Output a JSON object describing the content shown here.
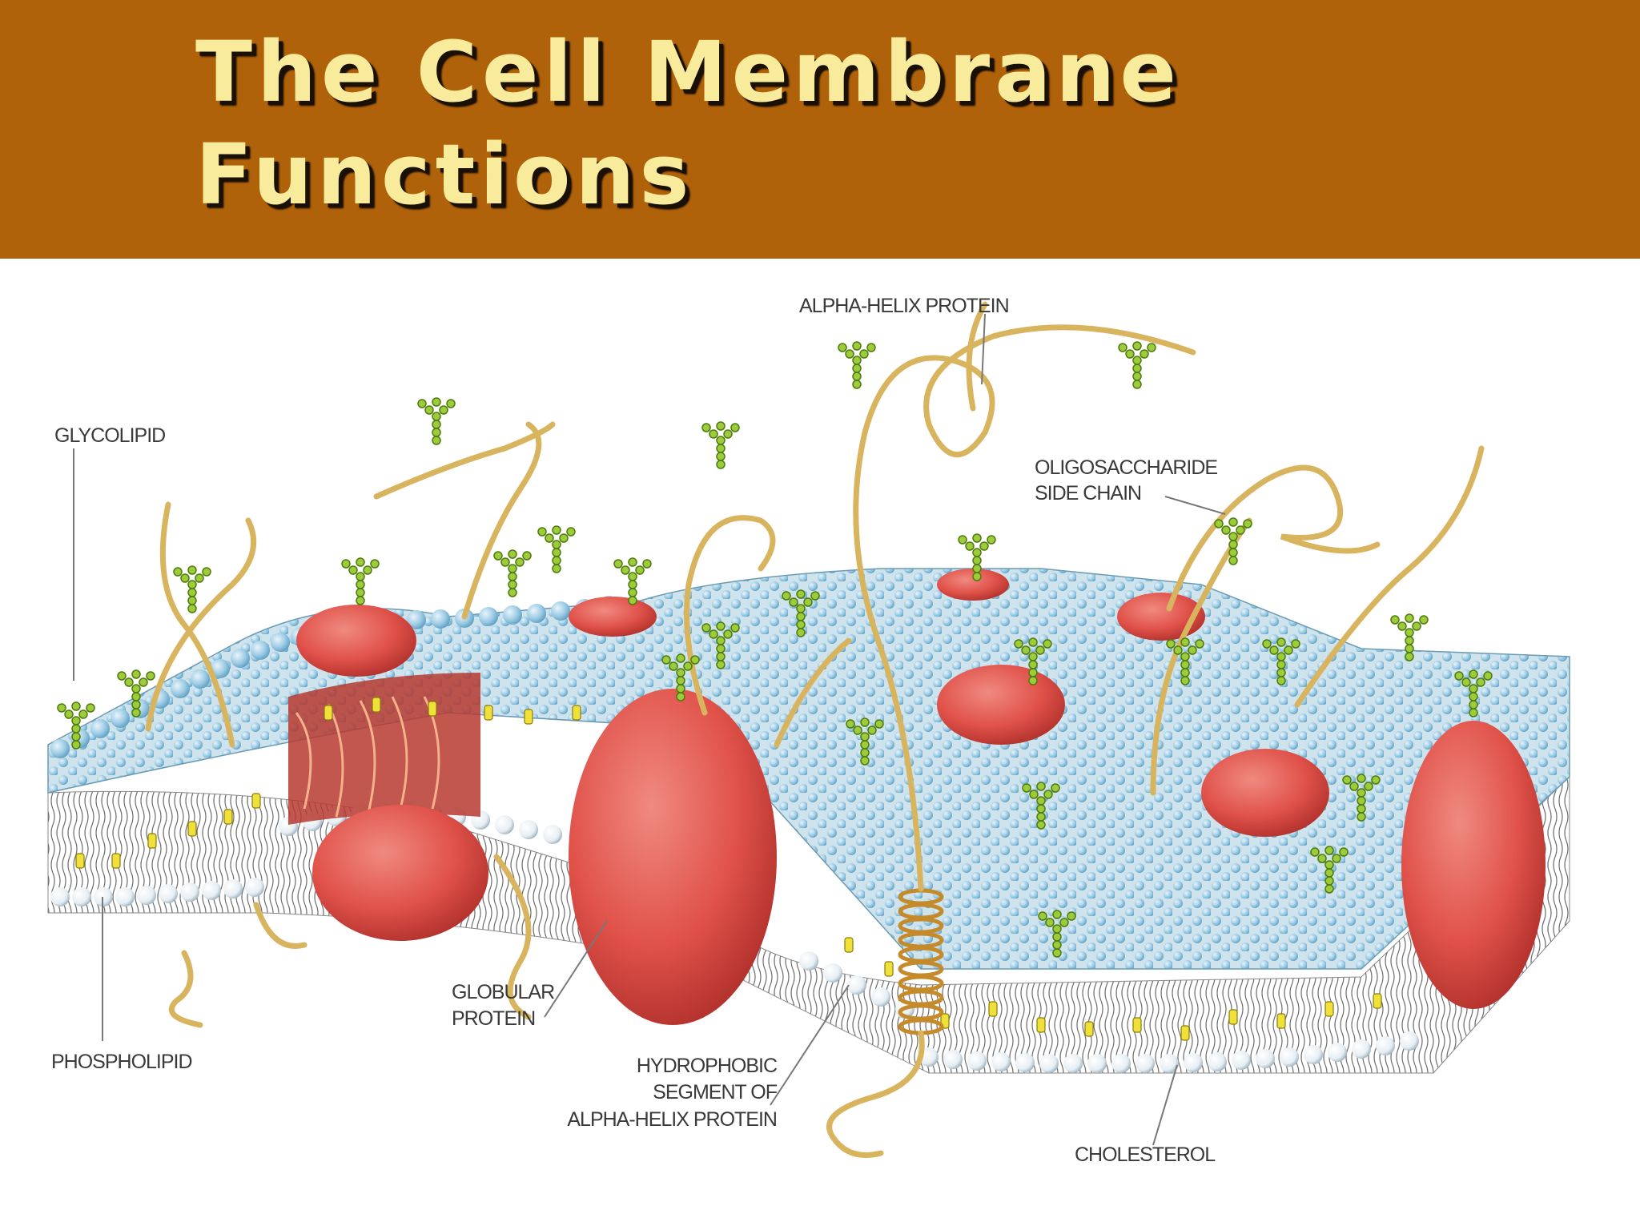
{
  "slide": {
    "title_line1": "The Cell Membrane",
    "title_line2": "Functions"
  },
  "labels": {
    "glycolipid": "GLYCOLIPID",
    "alpha_helix_protein": "ALPHA-HELIX PROTEIN",
    "oligosaccharide_line1": "OLIGOSACCHARIDE",
    "oligosaccharide_line2": "SIDE CHAIN",
    "globular_line1": "GLOBULAR",
    "globular_line2": "PROTEIN",
    "phospholipid": "PHOSPHOLIPID",
    "hydrophobic_line1": "HYDROPHOBIC",
    "hydrophobic_line2": "SEGMENT OF",
    "hydrophobic_line3": "ALPHA-HELIX PROTEIN",
    "cholesterol": "CHOLESTEROL"
  },
  "colors": {
    "title_band": "#b0620a",
    "title_text": "#f8ec9c",
    "lipid_head": "#9ccbe4",
    "protein": "#e0524a",
    "carbohydrate": "#9ccc3a",
    "protein_fiber": "#d9b45e",
    "cholesterol": "#f0e03a"
  }
}
